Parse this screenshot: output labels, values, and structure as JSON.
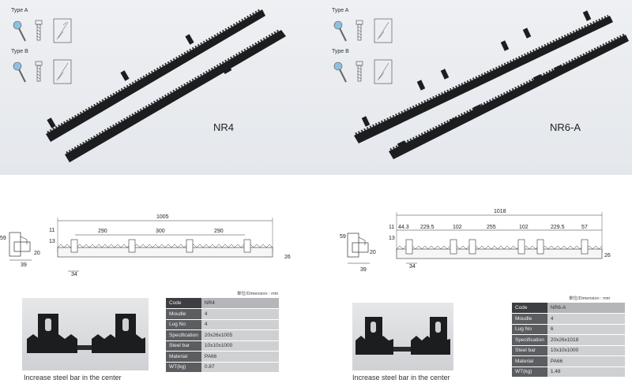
{
  "products": [
    {
      "model": "NR4",
      "type_a": "Type  A",
      "type_b": "Type  B",
      "drawing": {
        "overall": "1005",
        "spacings": [
          "290",
          "300",
          "290"
        ],
        "height_left": "59",
        "dim_11": "11",
        "dim_13": "13",
        "dim_20": "20",
        "dim_26": "26",
        "dim_39": "39",
        "dim_34": "34"
      },
      "unit_note": "单位/Dimension : mm",
      "caption": "Increase steel bar in the center",
      "table": [
        {
          "k": "Code",
          "v": "NR4"
        },
        {
          "k": "Moudle",
          "v": "4"
        },
        {
          "k": "Lug No",
          "v": "4"
        },
        {
          "k": "Specification",
          "v": "20x26x1005"
        },
        {
          "k": "Steel bar",
          "v": "10x10x1000"
        },
        {
          "k": "Material",
          "v": "PA66"
        },
        {
          "k": "WT(kg)",
          "v": "0.87"
        }
      ]
    },
    {
      "model": "NR6-A",
      "type_a": "Type  A",
      "type_b": "Type  B",
      "drawing": {
        "overall": "1018",
        "spacings": [
          "44.3",
          "229.5",
          "102",
          "255",
          "102",
          "229.5",
          "57"
        ],
        "height_left": "59",
        "dim_11": "11",
        "dim_13": "13",
        "dim_20": "20",
        "dim_26": "26",
        "dim_39": "39",
        "dim_34": "34"
      },
      "unit_note": "单位/Dimension : mm",
      "caption": "Increase steel bar in the center",
      "table": [
        {
          "k": "Code",
          "v": "NR6-A"
        },
        {
          "k": "Moudle",
          "v": "4"
        },
        {
          "k": "Lug No",
          "v": "6"
        },
        {
          "k": "Specification",
          "v": "20x26x1018"
        },
        {
          "k": "Steel bar",
          "v": "10x10x1000"
        },
        {
          "k": "Material",
          "v": "PA66"
        },
        {
          "k": "WT(kg)",
          "v": "1.48"
        }
      ]
    }
  ],
  "colors": {
    "rack": "#1c1d1f",
    "panel": "#e8eaee",
    "table_key": "#5b5d60",
    "table_val": "#cfd0d2"
  },
  "icons": [
    "screw-icon",
    "screw-icon"
  ]
}
